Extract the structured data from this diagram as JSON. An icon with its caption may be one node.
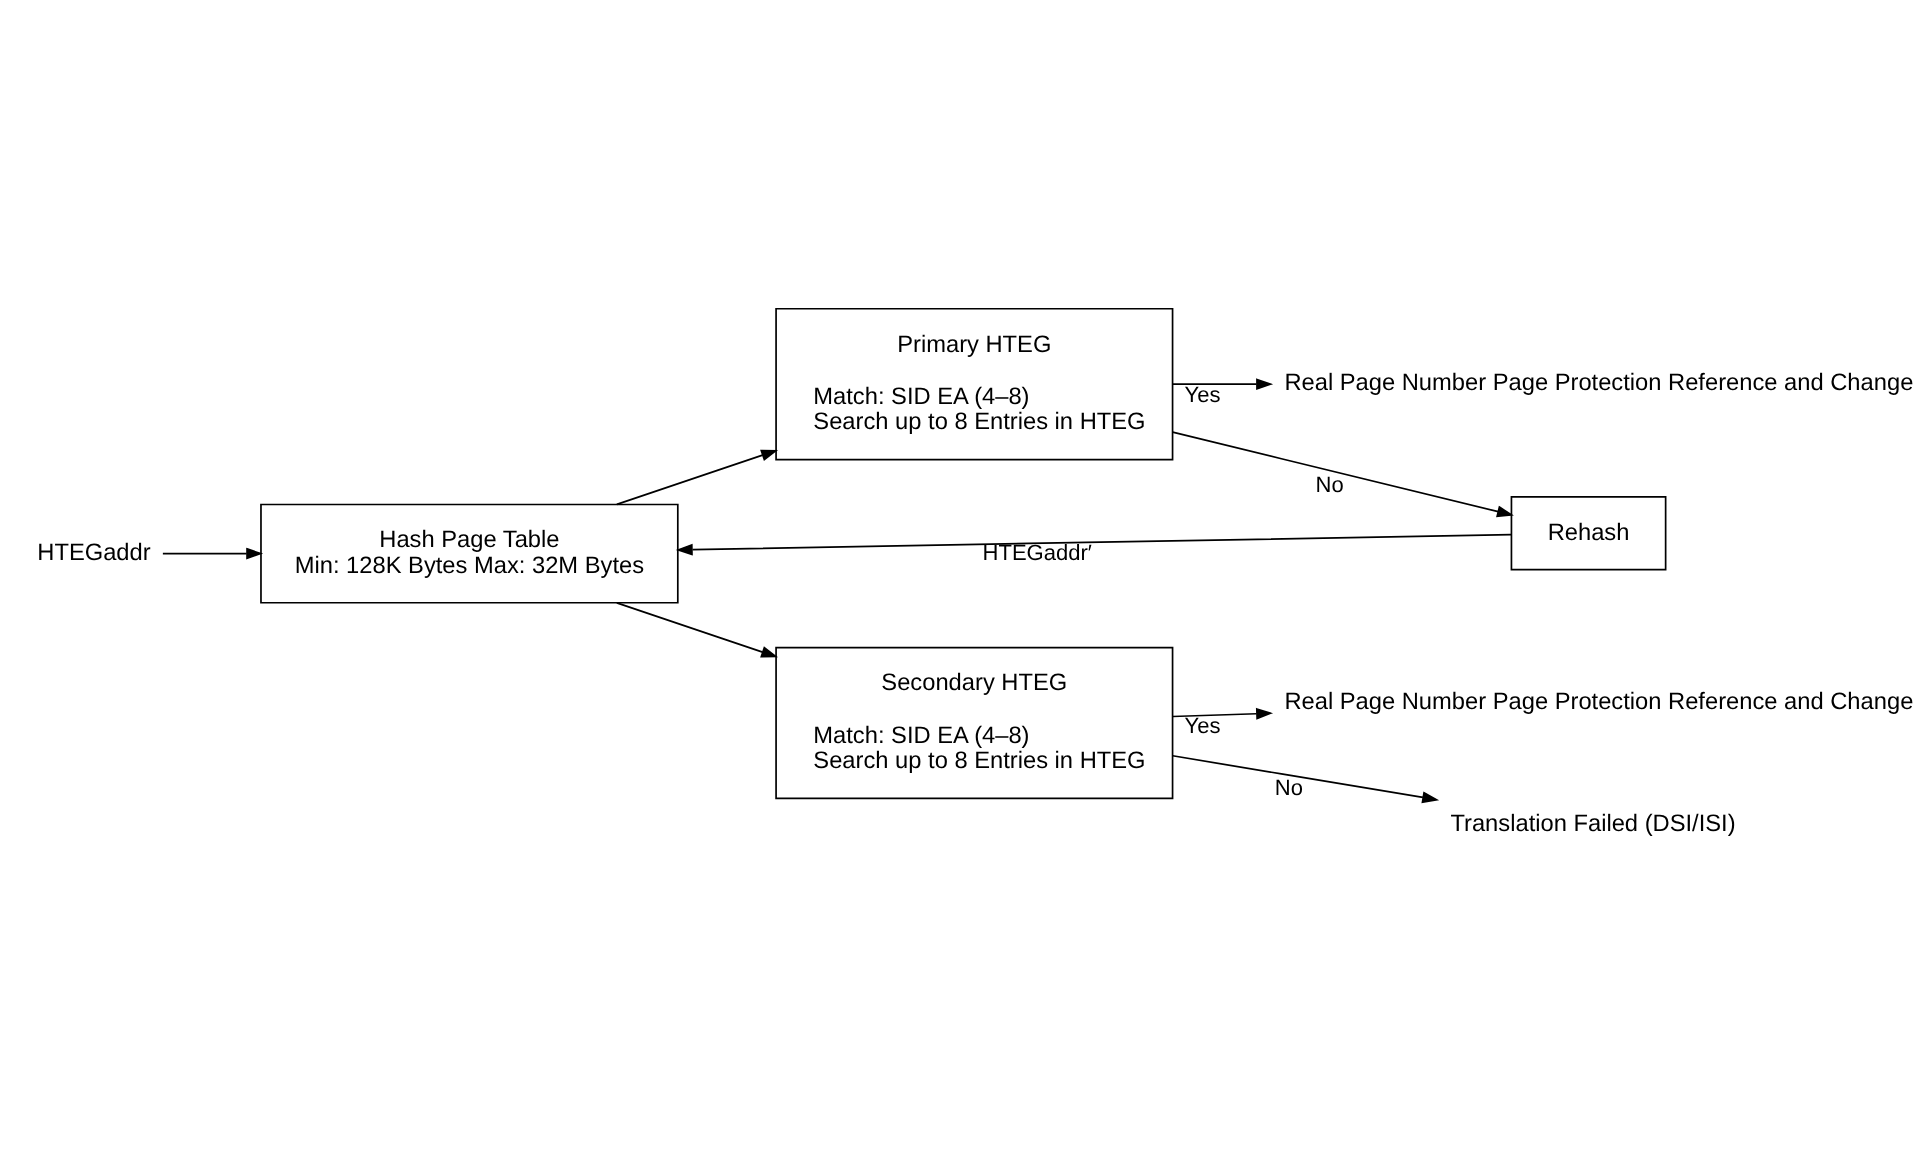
{
  "diagram": {
    "nodes": [
      {
        "text": [
          "HTEGaddr"
        ]
      },
      {
        "text": [
          "Hash Page Table",
          "Min: 128K Bytes Max: 32M Bytes"
        ]
      },
      {
        "text": [
          "Primary HTEG",
          "Match: SID EA (4–8)",
          "Search up to 8 Entries in HTEG"
        ]
      },
      {
        "text": [
          "Real Page Number Page Protection Reference and Change"
        ]
      },
      {
        "text": [
          "Rehash"
        ]
      },
      {
        "text": [
          "Secondary HTEG",
          "Match: SID EA (4–8)",
          "Search up to 8 Entries in HTEG"
        ]
      },
      {
        "text": [
          "Real Page Number Page Protection Reference and Change"
        ]
      },
      {
        "text": [
          "Translation Failed (DSI/ISI)"
        ]
      }
    ],
    "edges": [
      {
        "from": 0,
        "to": 1,
        "arrow": "to"
      },
      {
        "from": 1,
        "to": 2,
        "arrow": "to"
      },
      {
        "from": 2,
        "to": 3,
        "label": "Yes",
        "arrow": "to"
      },
      {
        "from": 2,
        "to": 4,
        "label": "No",
        "arrow": "to"
      },
      {
        "from": 4,
        "to": 1,
        "label": "HTEGaddr′",
        "arrow": "to"
      },
      {
        "from": 1,
        "to": 5,
        "arrow": "to"
      },
      {
        "from": 5,
        "to": 6,
        "label": "Yes",
        "arrow": "to"
      },
      {
        "from": 5,
        "to": 7,
        "label": "No",
        "arrow": "to"
      }
    ]
  }
}
